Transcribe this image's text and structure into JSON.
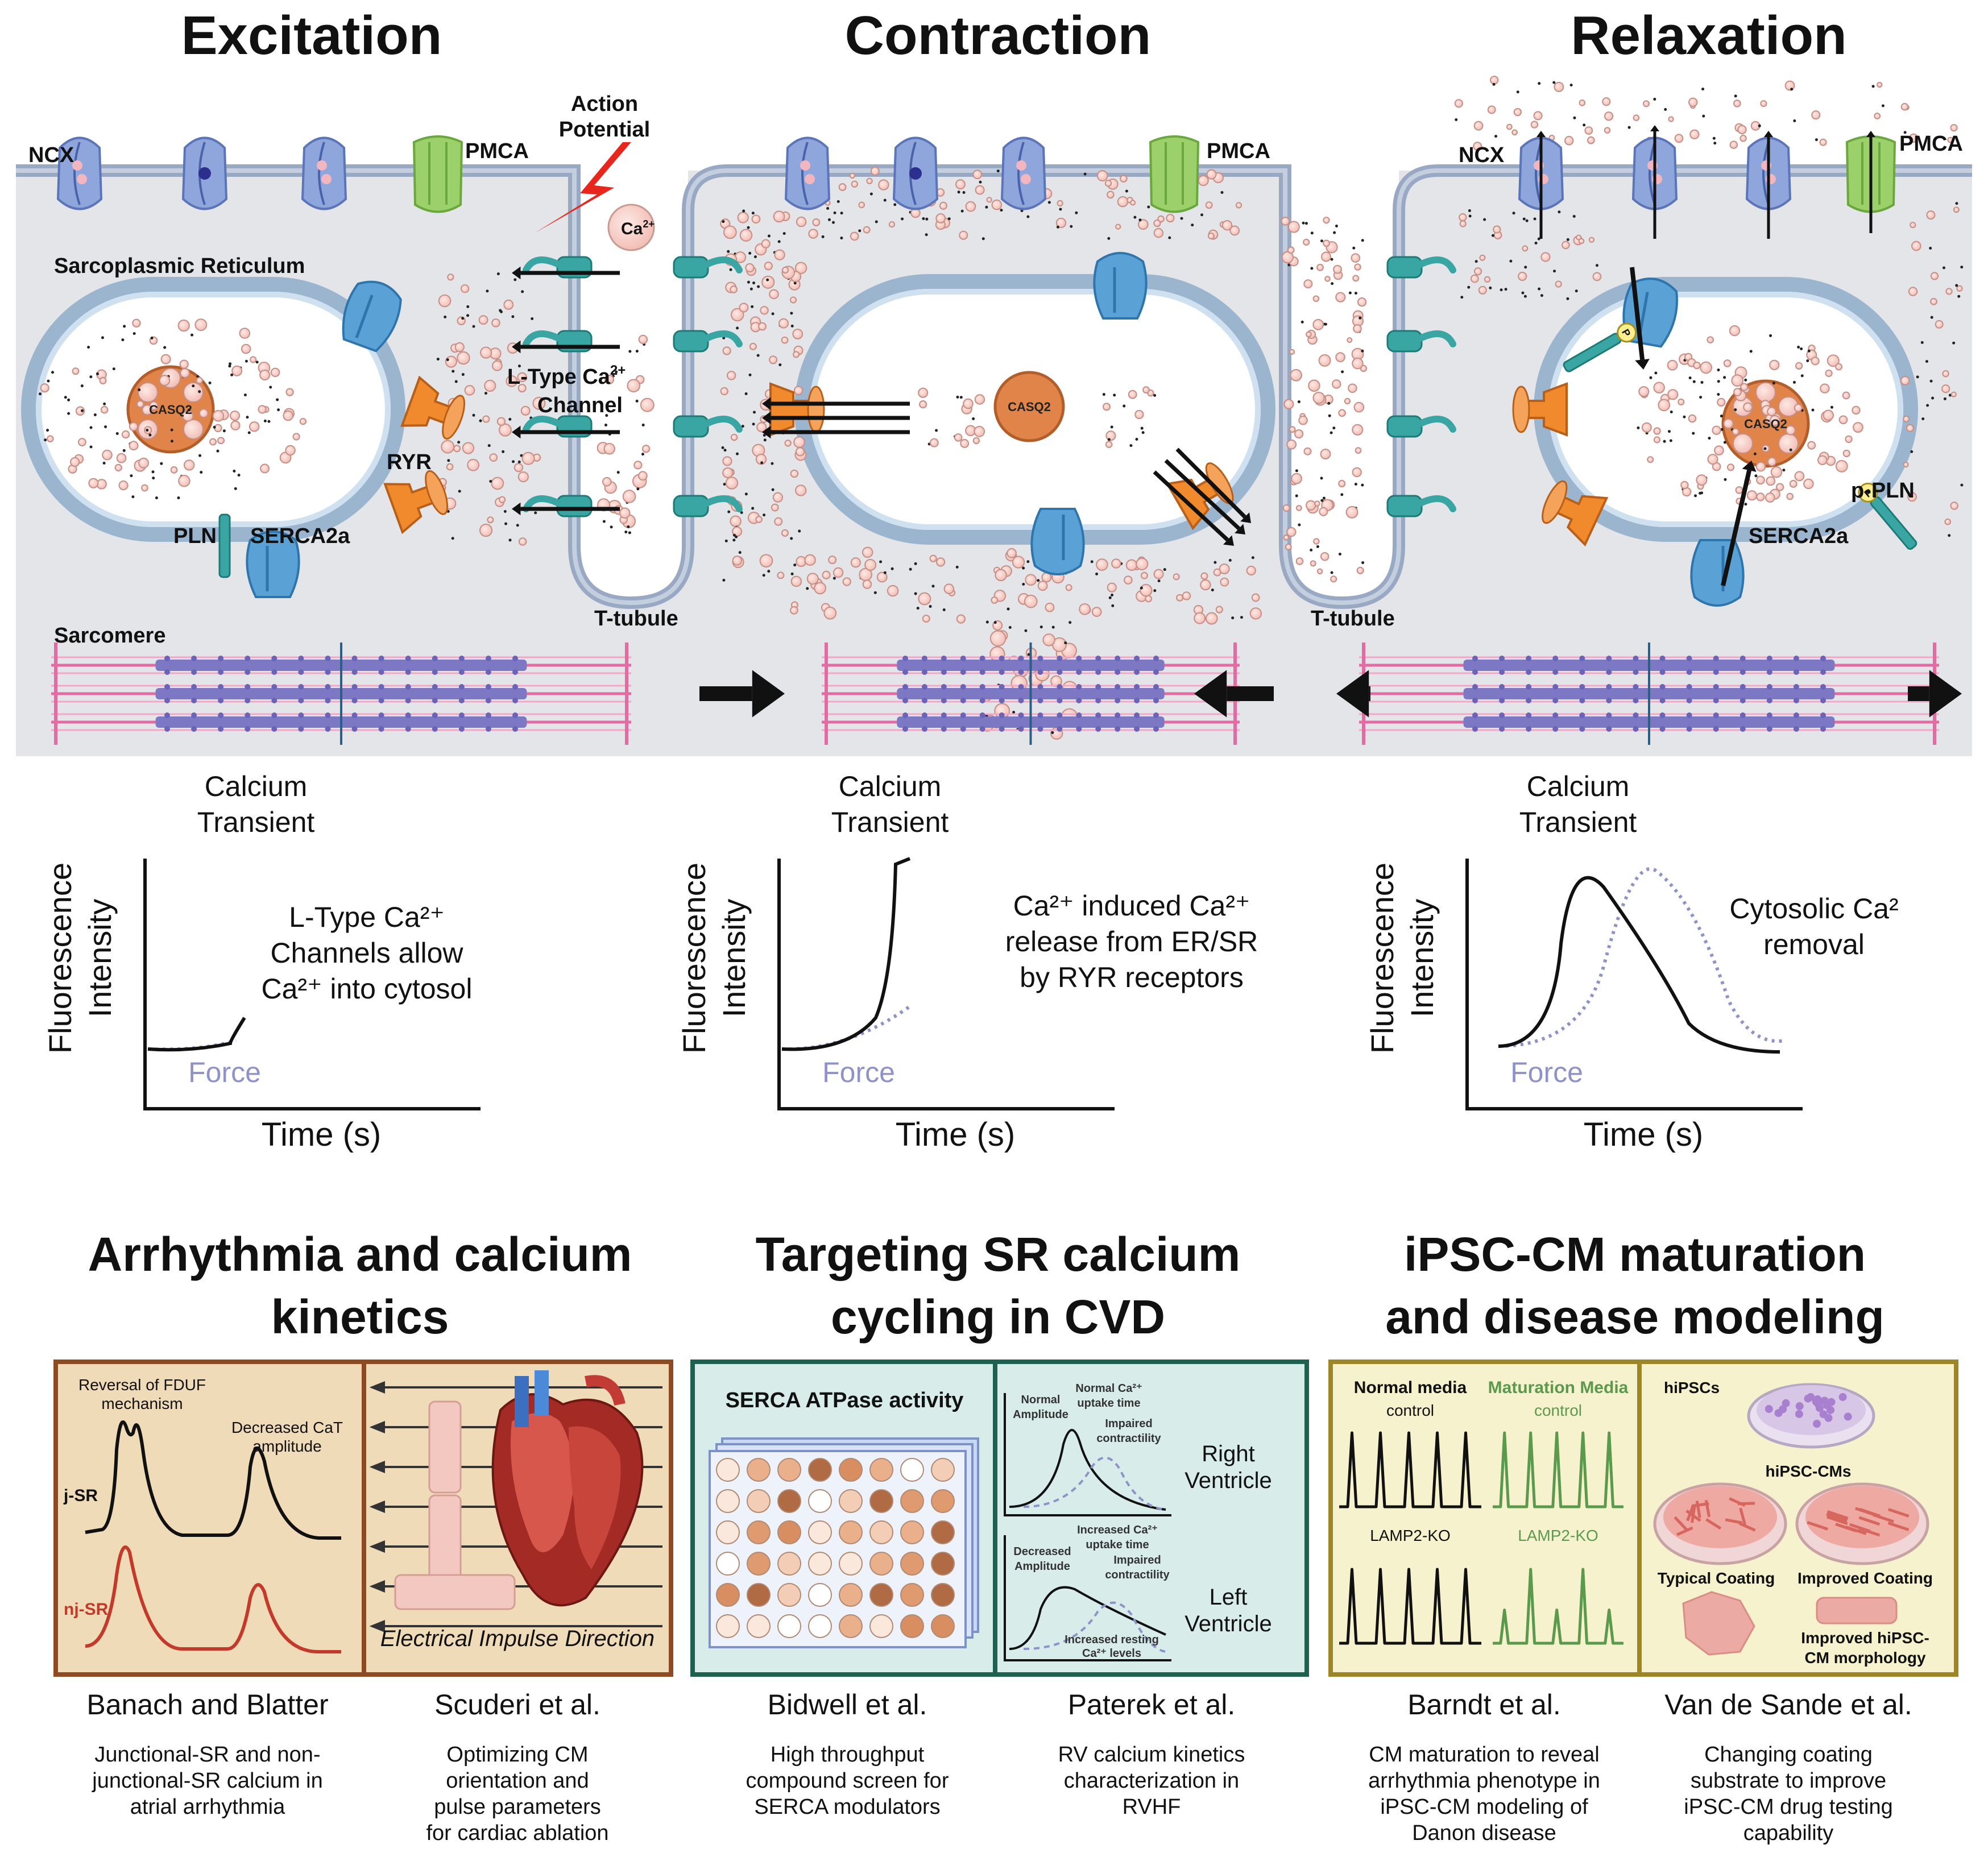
{
  "stages": [
    {
      "title": "Excitation"
    },
    {
      "title": "Contraction"
    },
    {
      "title": "Relaxation"
    }
  ],
  "labels": {
    "ncx": "NCX",
    "pmca": "PMCA",
    "action_potential_1": "Action",
    "action_potential_2": "Potential",
    "ca": "Ca",
    "ca_sup": "2+",
    "sarcoplasmic_reticulum": "Sarcoplasmic Reticulum",
    "casq2": "CASQ2",
    "ca_small": "Ca²⁺",
    "ltype_1": "L-Type Ca",
    "ltype_sup": "2+",
    "ltype_2": "Channel",
    "ryr": "RYR",
    "pln": "PLN",
    "serca2a": "SERCA2a",
    "p_pln": "p-PLN",
    "p": "P",
    "t_tubule": "T-tubule",
    "sarcomere": "Sarcomere"
  },
  "graphs": [
    {
      "top_1": "Calcium",
      "top_2": "Transient",
      "ylabel_1": "Fluorescence",
      "ylabel_2": "Intensity",
      "xlabel": "Time (s)",
      "force": "Force",
      "desc": [
        "L-Type Ca²⁺",
        "Channels allow",
        "Ca²⁺ into cytosol"
      ]
    },
    {
      "top_1": "Calcium",
      "top_2": "Transient",
      "ylabel_1": "Fluorescence",
      "ylabel_2": "Intensity",
      "xlabel": "Time (s)",
      "force": "Force",
      "desc": [
        "Ca²⁺ induced Ca²⁺",
        "release from ER/SR",
        "by RYR receptors"
      ]
    },
    {
      "top_1": "Calcium",
      "top_2": "Transient",
      "ylabel_1": "Fluorescence",
      "ylabel_2": "Intensity",
      "xlabel": "Time (s)",
      "force": "Force",
      "desc": [
        "Cytosolic Ca²",
        "removal"
      ]
    }
  ],
  "sections": [
    {
      "title_1": "Arrhythmia and calcium",
      "title_2": "kinetics"
    },
    {
      "title_1": "Targeting SR calcium",
      "title_2": "cycling in CVD"
    },
    {
      "title_1": "iPSC-CM maturation",
      "title_2": "and disease modeling"
    }
  ],
  "panel1": {
    "reversal_1": "Reversal of FDUF",
    "reversal_2": "mechanism",
    "decreased_1": "Decreased CaT",
    "decreased_2": "amplitude",
    "jsr": "j-SR",
    "njsr": "nj-SR",
    "impulse": "Electrical Impulse Direction"
  },
  "panel2": {
    "serca": "SERCA ATPase activity",
    "normal_amp_1": "Normal",
    "normal_amp_2": "Amplitude",
    "normal_uptake_1": "Normal Ca²⁺",
    "normal_uptake_2": "uptake time",
    "impaired_1": "Impaired",
    "impaired_2": "contractility",
    "right_1": "Right",
    "right_2": "Ventricle",
    "inc_uptake_1": "Increased Ca²⁺",
    "inc_uptake_2": "uptake time",
    "dec_amp_1": "Decreased",
    "dec_amp_2": "Amplitude",
    "inc_rest_1": "Increased resting",
    "inc_rest_2": "Ca²⁺ levels",
    "left_1": "Left",
    "left_2": "Ventricle"
  },
  "panel3": {
    "normal_media": "Normal media",
    "maturation_media": "Maturation Media",
    "control_1": "control",
    "control_2": "control",
    "lamp_1": "LAMP2-KO",
    "lamp_2": "LAMP2-KO",
    "hipscs": "hiPSCs",
    "hipsc_cms": "hiPSC-CMs",
    "typical": "Typical Coating",
    "improved": "Improved Coating",
    "improved_morph_1": "Improved hiPSC-",
    "improved_morph_2": "CM morphology"
  },
  "refs": [
    {
      "author": "Banach and Blatter",
      "desc": [
        "Junctional-SR and non-",
        "junctional-SR calcium in",
        "atrial arrhythmia"
      ]
    },
    {
      "author": "Scuderi et al.",
      "desc": [
        "Optimizing CM",
        "orientation and",
        "pulse parameters",
        "for cardiac ablation"
      ]
    },
    {
      "author": "Bidwell et al.",
      "desc": [
        "High throughput",
        "compound screen for",
        "SERCA modulators"
      ]
    },
    {
      "author": "Paterek et al.",
      "desc": [
        "RV calcium kinetics",
        "characterization in",
        "RVHF"
      ]
    },
    {
      "author": "Barndt et al.",
      "desc": [
        "CM maturation to reveal",
        "arrhythmia phenotype in",
        "iPSC-CM modeling of",
        "Danon disease"
      ]
    },
    {
      "author": "Van de Sande et al.",
      "desc": [
        "Changing coating",
        "substrate to improve",
        "iPSC-CM drug testing",
        "capability"
      ]
    }
  ],
  "colors": {
    "membrane": "#9aa9c3",
    "cytosol": "#e4e5e9",
    "sr_lumen": "#ffffff",
    "sr_ring": "#c9dbef",
    "ncx": "#8fa6dd",
    "pmca": "#9bd06a",
    "ryr": "#f08a2c",
    "serca": "#5aa2d6",
    "channel": "#3aa6a3",
    "casq2": "#e0844a",
    "calcium": "#f6cfc7",
    "force": "#8f92c8",
    "panel1_bg": "#f0dbb9",
    "panel1_border": "#8e4b23",
    "panel2_bg": "#d8ece9",
    "panel2_border": "#1f6150",
    "panel3_bg": "#f6f2cd",
    "panel3_border": "#9d8528",
    "green_text": "#5b9a4d",
    "red_trace": "#c43a2a"
  }
}
